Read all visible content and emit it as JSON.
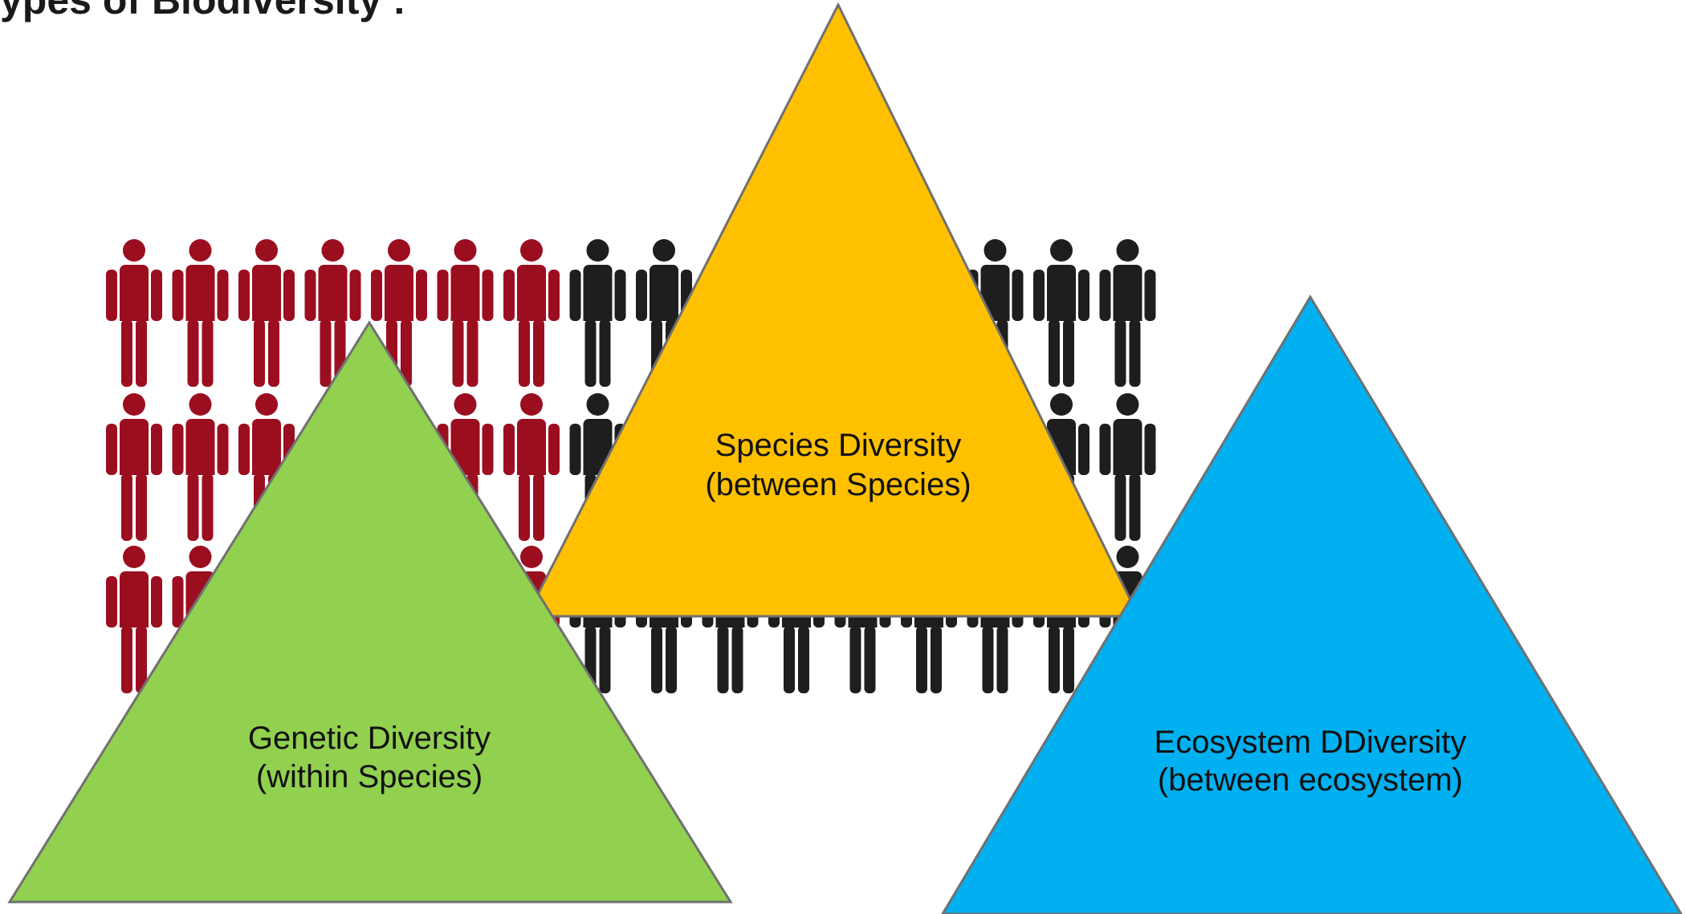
{
  "slide": {
    "title": "ypes of Biodiversity :"
  },
  "diagram": {
    "triangles": [
      {
        "id": "genetic",
        "line1": "Genetic Diversity",
        "line2": "(within Species)",
        "color": "#92D050"
      },
      {
        "id": "species",
        "line1": "Species Diversity",
        "line2": "(between Species)",
        "color": "#FFC000"
      },
      {
        "id": "ecosystem",
        "line1": "Ecosystem DDiversity",
        "line2": "(between ecosystem)",
        "color": "#00B0F0"
      }
    ],
    "background_glyph": "%"
  },
  "people_graphic": {
    "colors": {
      "highlight": "#9B0E20",
      "other": "#1E1E1E"
    },
    "rows": [
      [
        "highlight",
        "highlight",
        "highlight",
        "highlight",
        "highlight",
        "highlight",
        "highlight",
        "other",
        "other",
        "other",
        "other",
        "other",
        "other",
        "other",
        "other",
        "other"
      ],
      [
        "highlight",
        "highlight",
        "highlight",
        "highlight",
        "highlight",
        "highlight",
        "highlight",
        "other",
        "other",
        "other",
        "other",
        "other",
        "other",
        "other",
        "other",
        "other"
      ],
      [
        "highlight",
        "highlight",
        "highlight",
        "highlight",
        "highlight",
        "highlight",
        "highlight",
        "other",
        "other",
        "other",
        "other",
        "other",
        "other",
        "other",
        "other",
        "other"
      ]
    ]
  }
}
